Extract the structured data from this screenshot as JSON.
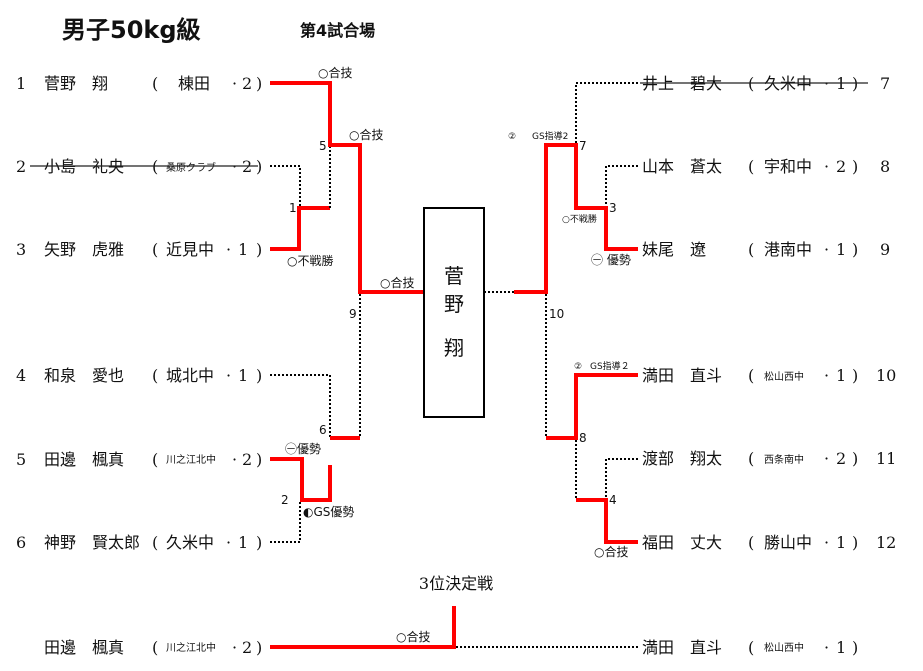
{
  "header": {
    "title": "男子50kg級",
    "mat": "第4試合場"
  },
  "colors": {
    "winner_line": "#ff0000",
    "loser_line": "#000000"
  },
  "left_players": [
    {
      "seed": "1",
      "name": "菅野　翔",
      "school": "棟田",
      "grade": "2",
      "withdrawn": false
    },
    {
      "seed": "2",
      "name": "小島　礼央",
      "school": "桑原クラブ",
      "grade": "2",
      "withdrawn": true
    },
    {
      "seed": "3",
      "name": "矢野　虎雅",
      "school": "近見中",
      "grade": "1",
      "withdrawn": false
    },
    {
      "seed": "4",
      "name": "和泉　愛也",
      "school": "城北中",
      "grade": "1",
      "withdrawn": false
    },
    {
      "seed": "5",
      "name": "田邊　楓真",
      "school": "川之江北中",
      "grade": "2",
      "withdrawn": false
    },
    {
      "seed": "6",
      "name": "神野　賢太郎",
      "school": "久米中",
      "grade": "1",
      "withdrawn": false
    }
  ],
  "right_players": [
    {
      "seed": "7",
      "name": "井上　碧大",
      "school": "久米中",
      "grade": "1",
      "withdrawn": true
    },
    {
      "seed": "8",
      "name": "山本　蒼太",
      "school": "宇和中",
      "grade": "2",
      "withdrawn": false
    },
    {
      "seed": "9",
      "name": "妹尾　遼",
      "school": "港南中",
      "grade": "1",
      "withdrawn": false
    },
    {
      "seed": "10",
      "name": "満田　直斗",
      "school": "松山西中",
      "grade": "1",
      "withdrawn": false
    },
    {
      "seed": "11",
      "name": "渡部　翔太",
      "school": "西条南中",
      "grade": "2",
      "withdrawn": false
    },
    {
      "seed": "12",
      "name": "福田　丈大",
      "school": "勝山中",
      "grade": "1",
      "withdrawn": false
    }
  ],
  "matches": [
    {
      "no": "1",
      "result": "○不戦勝"
    },
    {
      "no": "2",
      "result": "◐GS優勢"
    },
    {
      "no": "3",
      "result": "○不戦勝"
    },
    {
      "no": "4",
      "result": "○合技"
    },
    {
      "no": "5",
      "result": "○合技"
    },
    {
      "no": "6",
      "result": "㊀優勢"
    },
    {
      "no": "7",
      "result": "GS指導2"
    },
    {
      "no": "8",
      "result": "GS指導２"
    },
    {
      "no": "9",
      "result": "○合技"
    },
    {
      "no": "10",
      "result": ""
    }
  ],
  "extra_results": {
    "m5_top": "○合技",
    "m3_bottom": "㊀ 優勢",
    "m7_icon": "②",
    "m8_icon": "②"
  },
  "champion": {
    "name_line1": "菅",
    "name_line2": "野",
    "name_line3": "翔"
  },
  "third_place": {
    "title": "3位決定戦",
    "left": {
      "name": "田邊　楓真",
      "school": "川之江北中",
      "grade": "2"
    },
    "right": {
      "name": "満田　直斗",
      "school": "松山西中",
      "grade": "1"
    },
    "result": "○合技"
  }
}
